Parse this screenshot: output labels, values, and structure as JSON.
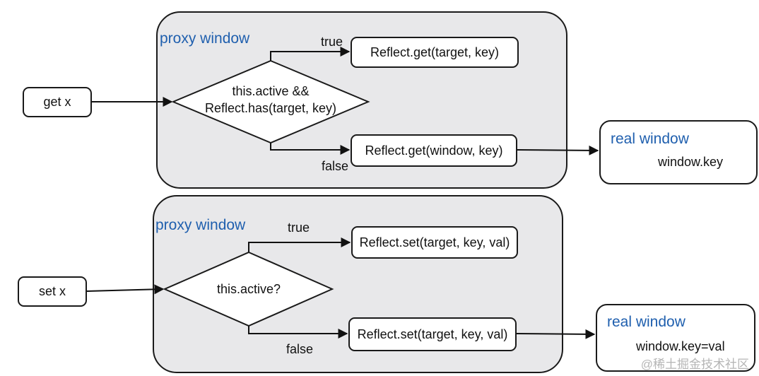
{
  "top": {
    "container_title": "proxy window",
    "input": "get x",
    "condition_line1": "this.active &&",
    "condition_line2": "Reflect.has(target, key)",
    "true_label": "true",
    "false_label": "false",
    "true_action": "Reflect.get(target, key)",
    "false_action": "Reflect.get(window, key)",
    "real_title": "real window",
    "real_value": "window.key"
  },
  "bottom": {
    "container_title": "proxy window",
    "input": "set x",
    "condition": "this.active?",
    "true_label": "true",
    "false_label": "false",
    "true_action": "Reflect.set(target, key, val)",
    "false_action": "Reflect.set(target, key, val)",
    "real_title": "real window",
    "real_value": "window.key=val"
  },
  "watermark": "@稀土掘金技术社区"
}
